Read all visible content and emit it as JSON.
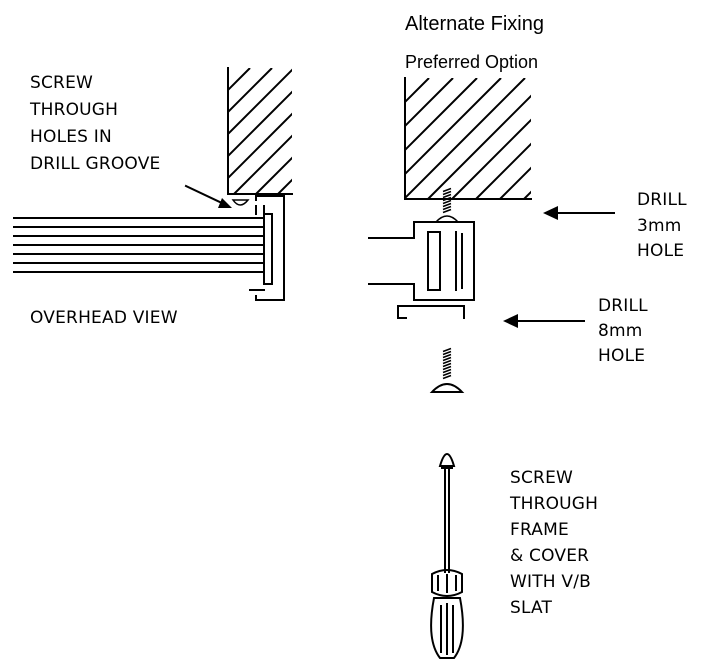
{
  "titles": {
    "alternate": "Alternate Fixing",
    "preferred": "Preferred Option"
  },
  "labels": {
    "screw_groove": [
      "SCREW",
      "THROUGH",
      "HOLES IN",
      "DRILL GROOVE"
    ],
    "overhead": "OVERHEAD VIEW",
    "drill_3mm": [
      "DRILL",
      "3mm",
      "HOLE"
    ],
    "drill_8mm": [
      "DRILL",
      "8mm",
      "HOLE"
    ],
    "screw_frame": [
      "SCREW",
      "THROUGH",
      "FRAME",
      "& COVER",
      "WITH V/B",
      "SLAT"
    ]
  }
}
